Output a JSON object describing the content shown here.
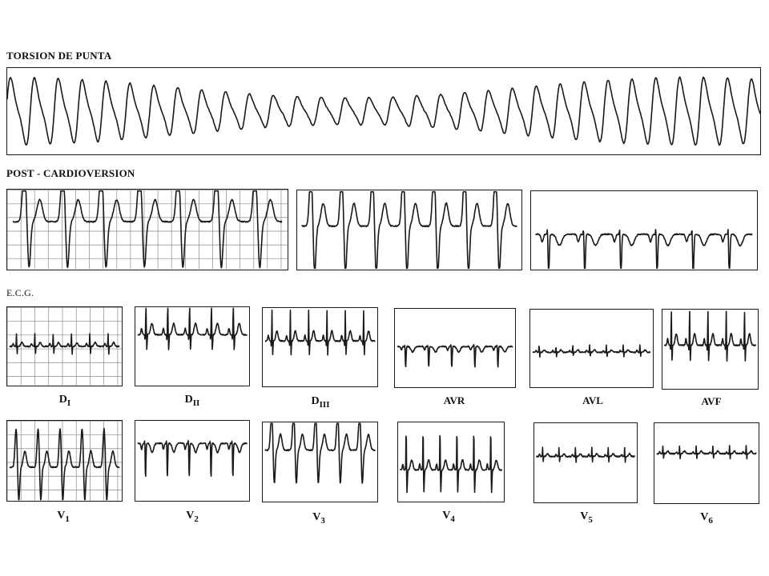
{
  "sections": {
    "torsion": "TORSION DE PUNTA",
    "post": "POST - CARDIOVERSION",
    "ecg": "E.C.G."
  },
  "leads": [
    {
      "id": "DI",
      "base": "D",
      "sub": "I"
    },
    {
      "id": "DII",
      "base": "D",
      "sub": "II"
    },
    {
      "id": "DIII",
      "base": "D",
      "sub": "III"
    },
    {
      "id": "AVR",
      "base": "AVR",
      "sub": ""
    },
    {
      "id": "AVL",
      "base": "AVL",
      "sub": ""
    },
    {
      "id": "AVF",
      "base": "AVF",
      "sub": ""
    },
    {
      "id": "V1",
      "base": "V",
      "sub": "1"
    },
    {
      "id": "V2",
      "base": "V",
      "sub": "2"
    },
    {
      "id": "V3",
      "base": "V",
      "sub": "3"
    },
    {
      "id": "V4",
      "base": "V",
      "sub": "4"
    },
    {
      "id": "V5",
      "base": "V",
      "sub": "5"
    },
    {
      "id": "V6",
      "base": "V",
      "sub": "6"
    }
  ],
  "colors": {
    "ink": "#1a1a1a",
    "grid": "#8a8a8a"
  }
}
